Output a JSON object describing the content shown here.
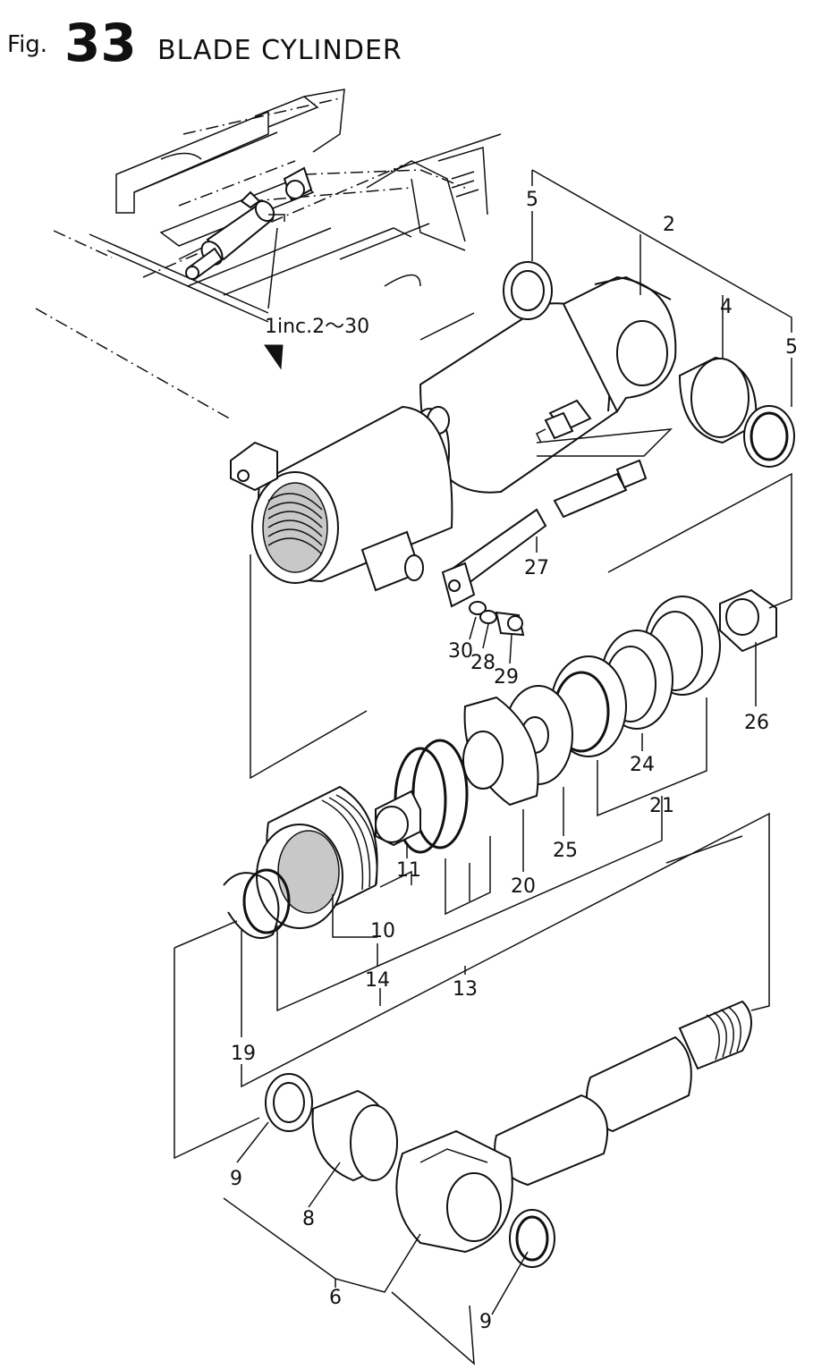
{
  "figure": {
    "prefix": "Fig.",
    "number": "33",
    "title": "BLADE CYLINDER"
  },
  "location_note": "1inc.2～30",
  "callouts": [
    {
      "id": "c5a",
      "label": "5"
    },
    {
      "id": "c2",
      "label": "2"
    },
    {
      "id": "c4",
      "label": "4"
    },
    {
      "id": "c5b",
      "label": "5"
    },
    {
      "id": "c27",
      "label": "27"
    },
    {
      "id": "c30",
      "label": "30"
    },
    {
      "id": "c28",
      "label": "28"
    },
    {
      "id": "c29",
      "label": "29"
    },
    {
      "id": "c26",
      "label": "26"
    },
    {
      "id": "c24",
      "label": "24"
    },
    {
      "id": "c21",
      "label": "21"
    },
    {
      "id": "c25",
      "label": "25"
    },
    {
      "id": "c20",
      "label": "20"
    },
    {
      "id": "c11",
      "label": "11"
    },
    {
      "id": "c10",
      "label": "10"
    },
    {
      "id": "c14",
      "label": "14"
    },
    {
      "id": "c13",
      "label": "13"
    },
    {
      "id": "c19",
      "label": "19"
    },
    {
      "id": "c9a",
      "label": "9"
    },
    {
      "id": "c8",
      "label": "8"
    },
    {
      "id": "c6",
      "label": "6"
    },
    {
      "id": "c9b",
      "label": "9"
    }
  ]
}
